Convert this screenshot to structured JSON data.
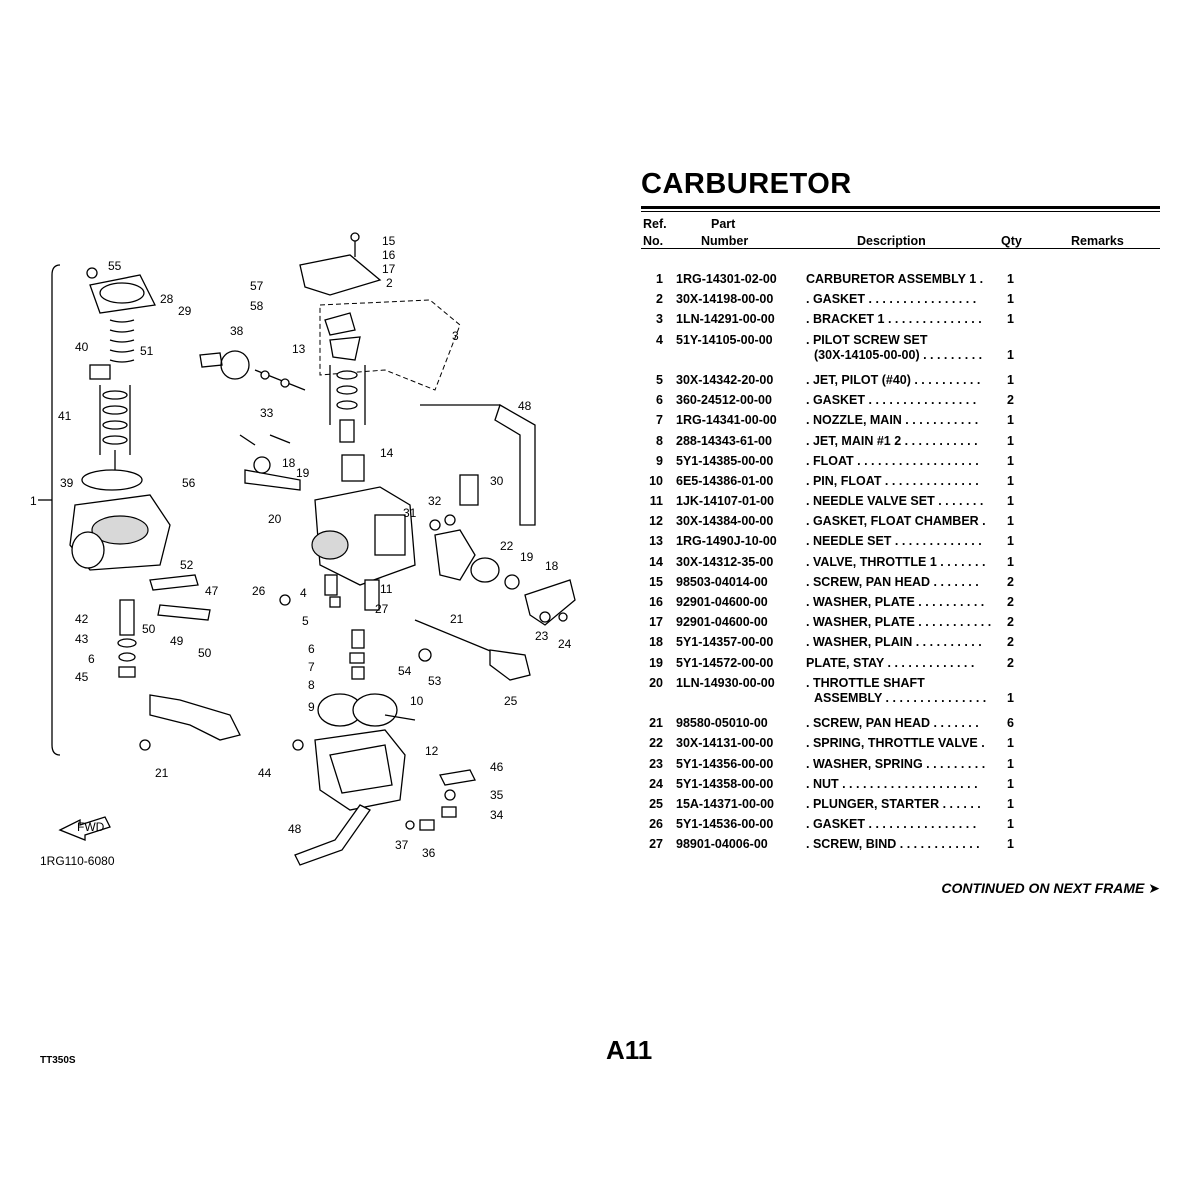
{
  "title": "CARBURETOR",
  "headers": {
    "ref_line1": "Ref.",
    "ref_line2": "No.",
    "part_line1": "Part",
    "part_line2": "Number",
    "description": "Description",
    "qty": "Qty",
    "remarks": "Remarks"
  },
  "parts": [
    {
      "no": "1",
      "part": "1RG-14301-02-00",
      "desc": "CARBURETOR ASSEMBLY 1   .",
      "qty": "1"
    },
    {
      "no": "2",
      "part": "30X-14198-00-00",
      "desc": ". GASKET   . . . . . . . . . . . . . . . .",
      "qty": "1"
    },
    {
      "no": "3",
      "part": "1LN-14291-00-00",
      "desc": ". BRACKET 1  . . . . . . . . . . . . . .",
      "qty": "1"
    },
    {
      "no": "4",
      "part": "51Y-14105-00-00",
      "desc": ". PILOT SCREW SET",
      "desc2": "(30X-14105-00-00)  . . . . . . . . .",
      "qty": "1"
    },
    {
      "no": "5",
      "part": "30X-14342-20-00",
      "desc": ". JET, PILOT (#40)  . . . . . . . . . .",
      "qty": "1"
    },
    {
      "no": "6",
      "part": "360-24512-00-00",
      "desc": ". GASKET   . . . . . . . . . . . . . . . .",
      "qty": "2"
    },
    {
      "no": "7",
      "part": "1RG-14341-00-00",
      "desc": ". NOZZLE, MAIN   . . . . . . . . . . .",
      "qty": "1"
    },
    {
      "no": "8",
      "part": "288-14343-61-00",
      "desc": ". JET, MAIN #1 2  . . . . . . . . . . .",
      "qty": "1"
    },
    {
      "no": "9",
      "part": "5Y1-14385-00-00",
      "desc": ". FLOAT  . . . . . . . . . . . . . . . . . .",
      "qty": "1"
    },
    {
      "no": "10",
      "part": "6E5-14386-01-00",
      "desc": ". PIN, FLOAT  . . . . . . . . . . . . . .",
      "qty": "1"
    },
    {
      "no": "11",
      "part": "1JK-14107-01-00",
      "desc": ". NEEDLE VALVE SET  . . . . . . .",
      "qty": "1"
    },
    {
      "no": "12",
      "part": "30X-14384-00-00",
      "desc": ". GASKET, FLOAT CHAMBER  .",
      "qty": "1"
    },
    {
      "no": "13",
      "part": "1RG-1490J-10-00",
      "desc": ". NEEDLE SET  . . . . . . . . . . . . .",
      "qty": "1"
    },
    {
      "no": "14",
      "part": "30X-14312-35-00",
      "desc": ". VALVE, THROTTLE 1  . . . . . . .",
      "qty": "1"
    },
    {
      "no": "15",
      "part": "98503-04014-00",
      "desc": ". SCREW, PAN HEAD   . . . . . . .",
      "qty": "2"
    },
    {
      "no": "16",
      "part": "92901-04600-00",
      "desc": ". WASHER, PLATE  . . . . . . . . . .",
      "qty": "2"
    },
    {
      "no": "17",
      "part": "92901-04600-00",
      "desc": ". WASHER, PLATE . . . . . . . . . . .",
      "qty": "2"
    },
    {
      "no": "18",
      "part": "5Y1-14357-00-00",
      "desc": ". WASHER, PLAIN   . . . . . . . . . .",
      "qty": "2"
    },
    {
      "no": "19",
      "part": "5Y1-14572-00-00",
      "desc": "PLATE, STAY   . . . . . . . . . . . . .",
      "qty": "2"
    },
    {
      "no": "20",
      "part": "1LN-14930-00-00",
      "desc": ". THROTTLE SHAFT",
      "desc2": "ASSEMBLY  . . . . . . . . . . . . . . .",
      "qty": "1"
    },
    {
      "no": "21",
      "part": "98580-05010-00",
      "desc": ". SCREW, PAN HEAD   . . . . . . .",
      "qty": "6"
    },
    {
      "no": "22",
      "part": "30X-14131-00-00",
      "desc": ". SPRING, THROTTLE VALVE  .",
      "qty": "1"
    },
    {
      "no": "23",
      "part": "5Y1-14356-00-00",
      "desc": ". WASHER, SPRING  . . . . . . . . .",
      "qty": "1"
    },
    {
      "no": "24",
      "part": "5Y1-14358-00-00",
      "desc": ". NUT  . . . . . . . . . . . . . . . . . . . .",
      "qty": "1"
    },
    {
      "no": "25",
      "part": "15A-14371-00-00",
      "desc": ". PLUNGER, STARTER   . . . . . .",
      "qty": "1"
    },
    {
      "no": "26",
      "part": "5Y1-14536-00-00",
      "desc": ". GASKET   . . . . . . . . . . . . . . . .",
      "qty": "1"
    },
    {
      "no": "27",
      "part": "98901-04006-00",
      "desc": ". SCREW, BIND  . . . . . . . . . . . .",
      "qty": "1"
    }
  ],
  "continued": "CONTINUED ON NEXT FRAME ➤",
  "page_id": "A11",
  "model": "TT350S",
  "diagram": {
    "drawing_no": "1RG110-6080",
    "fwd_label": "FWD",
    "callouts": [
      "55",
      "57",
      "58",
      "28",
      "29",
      "51",
      "40",
      "38",
      "13",
      "15",
      "16",
      "17",
      "2",
      "3",
      "41",
      "33",
      "18",
      "19",
      "48",
      "14",
      "39",
      "56",
      "20",
      "30",
      "31",
      "32",
      "1",
      "52",
      "47",
      "22",
      "19",
      "18",
      "26",
      "4",
      "11",
      "27",
      "42",
      "50",
      "49",
      "50",
      "21",
      "23",
      "24",
      "43",
      "6",
      "45",
      "5",
      "6",
      "7",
      "8",
      "54",
      "53",
      "25",
      "9",
      "10",
      "12",
      "21",
      "44",
      "46",
      "35",
      "34",
      "48",
      "37",
      "36"
    ]
  }
}
